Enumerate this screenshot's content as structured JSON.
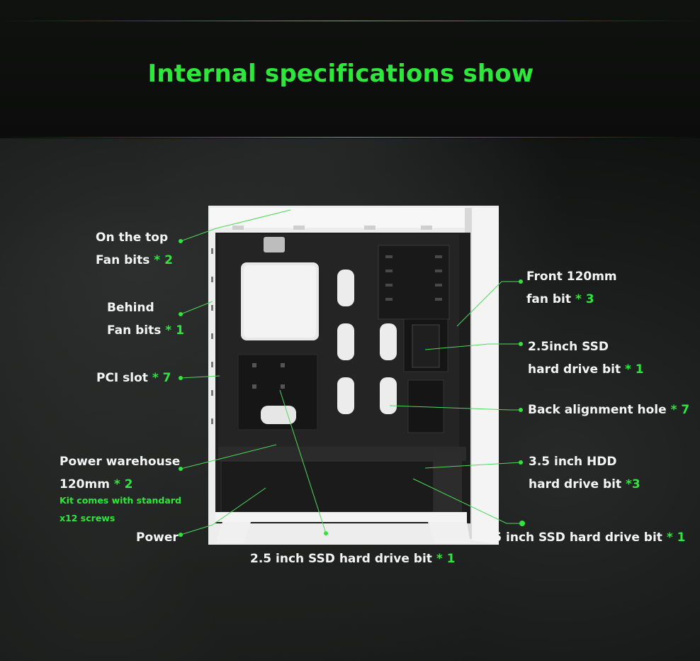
{
  "title": "Internal specifications show",
  "labels": {
    "top_fan_l1": "On the top",
    "top_fan_l2": "Fan bits",
    "top_fan_qty": "* 2",
    "rear_fan_l1": "Behind",
    "rear_fan_l2": "Fan bits",
    "rear_fan_qty": "* 1",
    "pci_l1": "PCI slot",
    "pci_qty": "* 7",
    "psu_chamber_l1": "Power warehouse",
    "psu_chamber_l2": "120mm",
    "psu_chamber_qty": "* 2",
    "kit_note_l1": "Kit comes with standard",
    "kit_note_l2": "x12 screws",
    "power": "Power",
    "ssd_bottom": "2.5 inch SSD hard drive bit",
    "ssd_bottom_qty": "* 1",
    "front_fan_l1": "Front 120mm",
    "front_fan_l2": "fan bit",
    "front_fan_qty": "* 3",
    "ssd_right_l1": "2.5inch SSD",
    "ssd_right_l2": "hard drive bit",
    "ssd_right_qty": "* 1",
    "back_holes": "Back alignment hole",
    "back_holes_qty": "* 7",
    "hdd_l1": "3.5 inch HDD",
    "hdd_l2": "hard drive bit",
    "hdd_qty": "*3",
    "ssd_corner": "2.5 inch SSD hard drive bit",
    "ssd_corner_qty": "* 1"
  },
  "colors": {
    "accent": "#2ee63c",
    "text": "#f4f4f4",
    "background": "#111312",
    "case_white": "#f2f2f2",
    "case_black": "#1c1d1c"
  }
}
